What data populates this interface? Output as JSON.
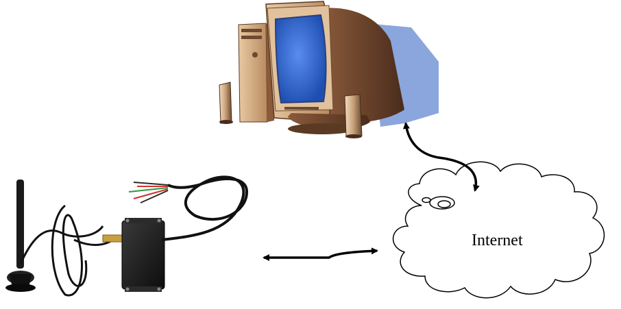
{
  "diagram": {
    "nodes": [
      {
        "id": "computer",
        "kind": "desktop-computer-icon"
      },
      {
        "id": "device",
        "kind": "gsm-tracker-device-icon"
      },
      {
        "id": "cloud",
        "kind": "cloud-icon",
        "label": "Internet"
      }
    ],
    "edges": [
      {
        "from": "device",
        "to": "cloud",
        "style": "double-arrow"
      },
      {
        "from": "cloud",
        "to": "computer",
        "style": "double-arrow"
      }
    ]
  },
  "colors": {
    "screen": "#3b6fd1",
    "monitor_body": "#d9b38c",
    "shadow": "#8aa6dd",
    "device_body": "#1a1a1a"
  }
}
